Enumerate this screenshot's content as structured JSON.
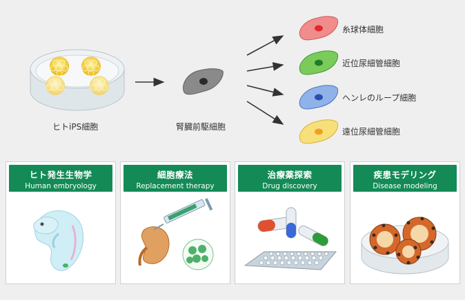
{
  "diagram": {
    "source_label": "ヒトiPS細胞",
    "progenitor_label": "腎臓前駆細胞",
    "cells": [
      {
        "label": "糸球体細胞",
        "color": "#f08c8c",
        "nucleus": "#e0282d"
      },
      {
        "label": "近位尿細管細胞",
        "color": "#7acb5a",
        "nucleus": "#1f7a2a"
      },
      {
        "label": "ヘンレのループ細胞",
        "color": "#8fb2e8",
        "nucleus": "#2a4fb0"
      },
      {
        "label": "遠位尿細管細胞",
        "color": "#f7e07a",
        "nucleus": "#f0a020"
      }
    ]
  },
  "cards": [
    {
      "title": "ヒト発生生物学",
      "subtitle": "Human embryology",
      "icon": "embryo-icon"
    },
    {
      "title": "細胞療法",
      "subtitle": "Replacement therapy",
      "icon": "syringe-kidney-icon"
    },
    {
      "title": "治療薬探索",
      "subtitle": "Drug discovery",
      "icon": "capsules-wellplate-icon"
    },
    {
      "title": "疾患モデリング",
      "subtitle": "Disease modeling",
      "icon": "organoid-dish-icon"
    }
  ],
  "colors": {
    "header_green": "#148a57",
    "background": "#efefef"
  }
}
